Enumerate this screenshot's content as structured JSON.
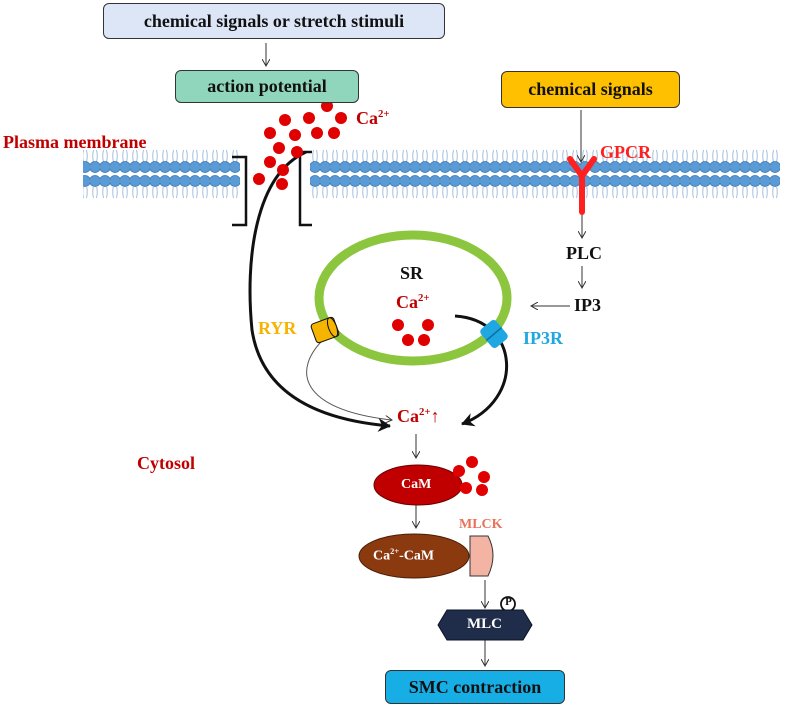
{
  "boxes": {
    "stimuli": "chemical signals or stretch stimuli",
    "action_potential": "action potential",
    "chemical_signals": "chemical signals",
    "smc_contraction": "SMC contraction"
  },
  "labels": {
    "plasma_membrane": "Plasma membrane",
    "ca_base": "Ca",
    "ca_sup": "2+",
    "gpcr": "GPCR",
    "plc": "PLC",
    "ip3": "IP3",
    "sr": "SR",
    "sr_ca_base": "Ca",
    "sr_ca_sup": "2+",
    "ryr": "RYR",
    "ip3r": "IP3R",
    "cyto_ca_base": "Ca",
    "cyto_ca_sup": "2+",
    "cyto_ca_arrow": "↑",
    "cytosol": "Cytosol",
    "cam": "CaM",
    "ca_cam_base": "Ca",
    "ca_cam_sup": "2+",
    "ca_cam_rest": "-CaM",
    "mlck": "MLCK",
    "p": "P",
    "mlc": "MLC"
  },
  "colors": {
    "stimuli_box": "#dde6f7",
    "action_potential_box": "#8fd6bd",
    "chemical_signals_box": "#ffc000",
    "smc_box": "#17aee5",
    "calcium": "#e00000",
    "membrane": "#5b9bd5",
    "sr": "#8cc63f",
    "ryr": "#f5b400",
    "ip3r": "#1ea7e1",
    "cam": "#c00000",
    "ca_cam": "#8b3a10",
    "mlck": "#f4b4a4",
    "mlc": "#1f2d4a",
    "red_text": "#c00000",
    "gpcr": "#ff2020"
  }
}
